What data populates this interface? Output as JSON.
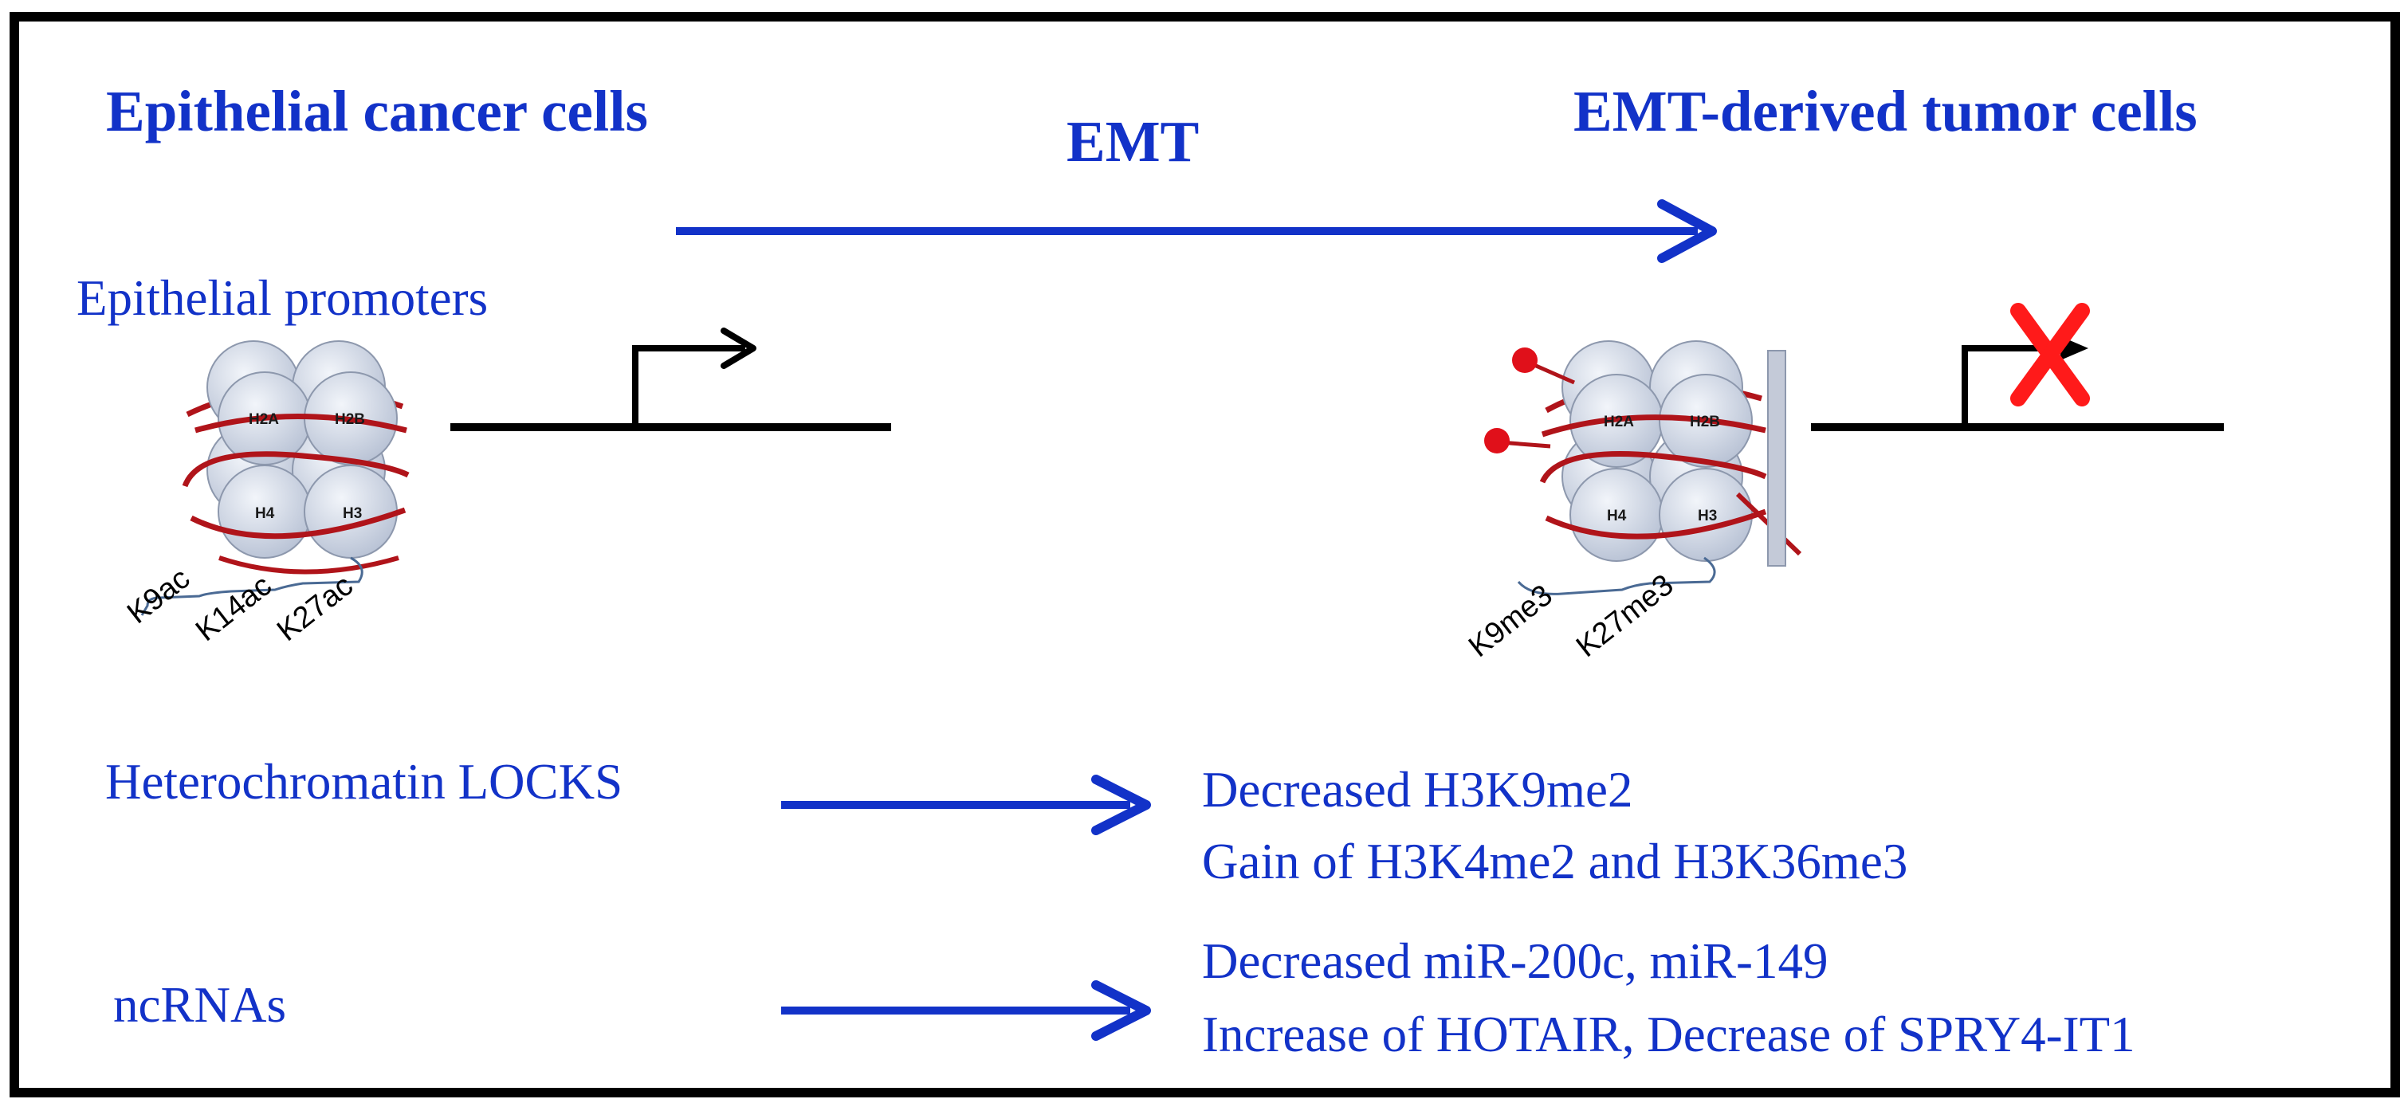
{
  "headers": {
    "left_title": "Epithelial cancer cells",
    "center_title": "EMT",
    "right_title": "EMT-derived tumor cells"
  },
  "left_panel": {
    "label": "Epithelial promoters",
    "histones": [
      "H2A",
      "H2B",
      "H4",
      "H3"
    ],
    "marks": [
      "K9ac",
      "K14ac",
      "K27ac"
    ]
  },
  "right_panel": {
    "histones": [
      "H2A",
      "H2B",
      "H4",
      "H3"
    ],
    "marks": [
      "K9me3",
      "K27me3"
    ]
  },
  "rows": [
    {
      "label": "Heterochromatin LOCKS",
      "effects": [
        "Decreased H3K9me2",
        "Gain of H3K4me2 and H3K36me3"
      ]
    },
    {
      "label": "ncRNAs",
      "effects": [
        "Decreased miR-200c, miR-149",
        "Increase of HOTAIR, Decrease of SPRY4-IT1"
      ]
    }
  ],
  "colors": {
    "text_blue": "#1232c8",
    "arrow_blue": "#1232c8",
    "dna_red": "#b0141a",
    "blocked_x": "#ff1a1a",
    "histone_fill": "#c9d1e0"
  }
}
